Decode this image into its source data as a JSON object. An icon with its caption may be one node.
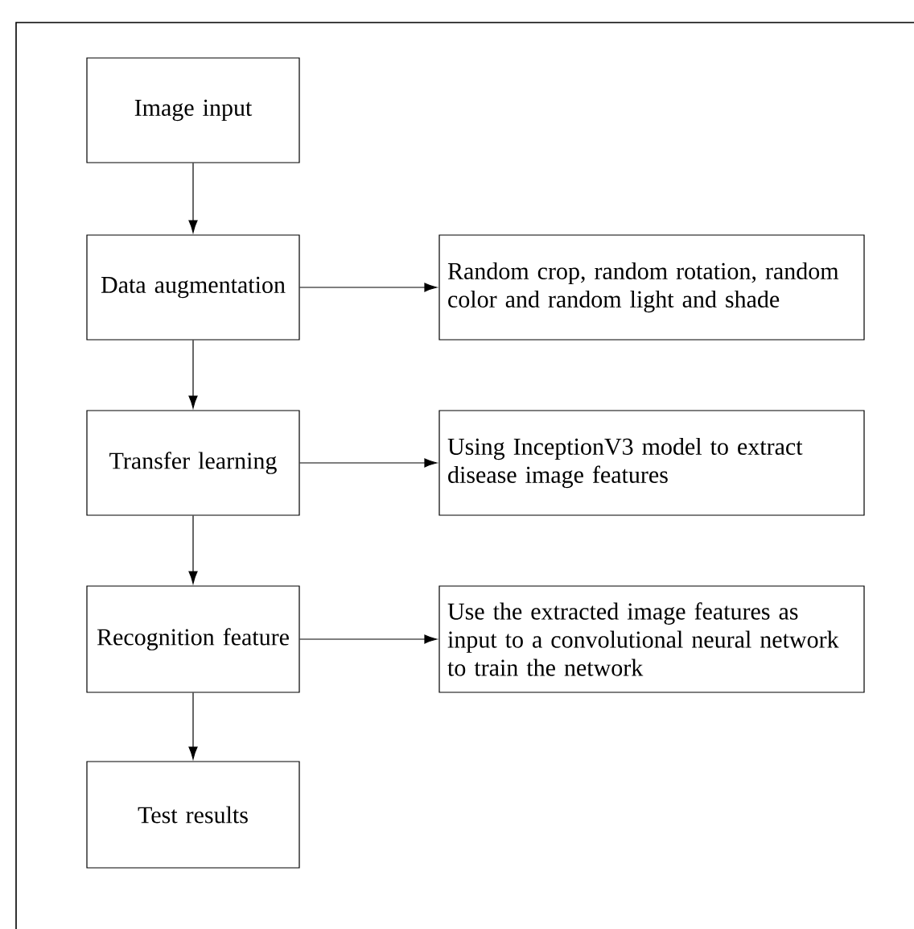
{
  "diagram": {
    "nodes": [
      {
        "text": [
          "Image input"
        ]
      },
      {
        "text": [
          "Data augmentation"
        ]
      },
      {
        "text": [
          "Transfer learning"
        ]
      },
      {
        "text": [
          "Recognition feature"
        ]
      },
      {
        "text": [
          "Test results"
        ]
      },
      {
        "text": [
          "Random crop, random rotation, random color and random light and shade"
        ]
      },
      {
        "text": [
          "Using InceptionV3 model to extract disease image features"
        ]
      },
      {
        "text": [
          "Use the extracted image features as input to a convolutional neural network to train the network"
        ]
      }
    ],
    "edges": [
      {
        "from": 0,
        "to": 1,
        "arrow": "to"
      },
      {
        "from": 1,
        "to": 2,
        "arrow": "to"
      },
      {
        "from": 2,
        "to": 3,
        "arrow": "to"
      },
      {
        "from": 3,
        "to": 4,
        "arrow": "to"
      },
      {
        "from": 1,
        "to": 5,
        "arrow": "to"
      },
      {
        "from": 2,
        "to": 6,
        "arrow": "to"
      },
      {
        "from": 3,
        "to": 7,
        "arrow": "to"
      }
    ]
  }
}
